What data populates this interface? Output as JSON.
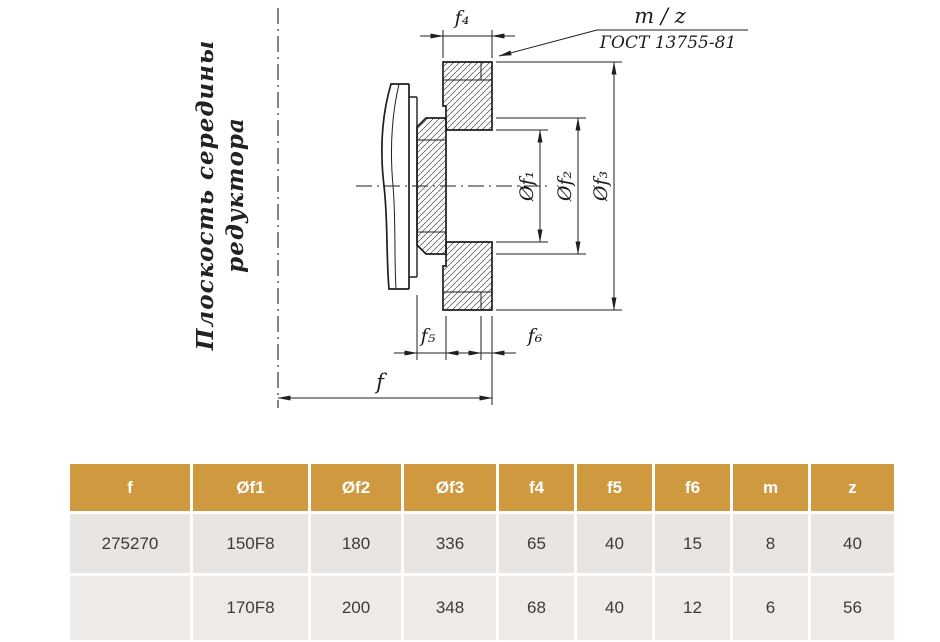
{
  "drawing": {
    "plane_label_line1": "Плоскость середины",
    "plane_label_line2": "редуктора",
    "module_label": "m / z",
    "gost_label": "ГОСТ 13755-81",
    "dim_f4": "f₄",
    "dim_d1": "Øf₁",
    "dim_d2": "Øf₂",
    "dim_d3": "Øf₃",
    "dim_f5": "f₅",
    "dim_f6": "f₆",
    "dim_f": "f"
  },
  "colors": {
    "table_header_bg": "#cf993f",
    "table_row1_bg": "#e8e5e3",
    "table_row2_bg": "#edeae8",
    "line_color": "#1f1f1f"
  },
  "table": {
    "headers": [
      "f",
      "Øf1",
      "Øf2",
      "Øf3",
      "f4",
      "f5",
      "f6",
      "m",
      "z"
    ],
    "rows": [
      [
        "275270",
        "150F8",
        "180",
        "336",
        "65",
        "40",
        "15",
        "8",
        "40"
      ],
      [
        "",
        "170F8",
        "200",
        "348",
        "68",
        "40",
        "12",
        "6",
        "56"
      ]
    ]
  }
}
